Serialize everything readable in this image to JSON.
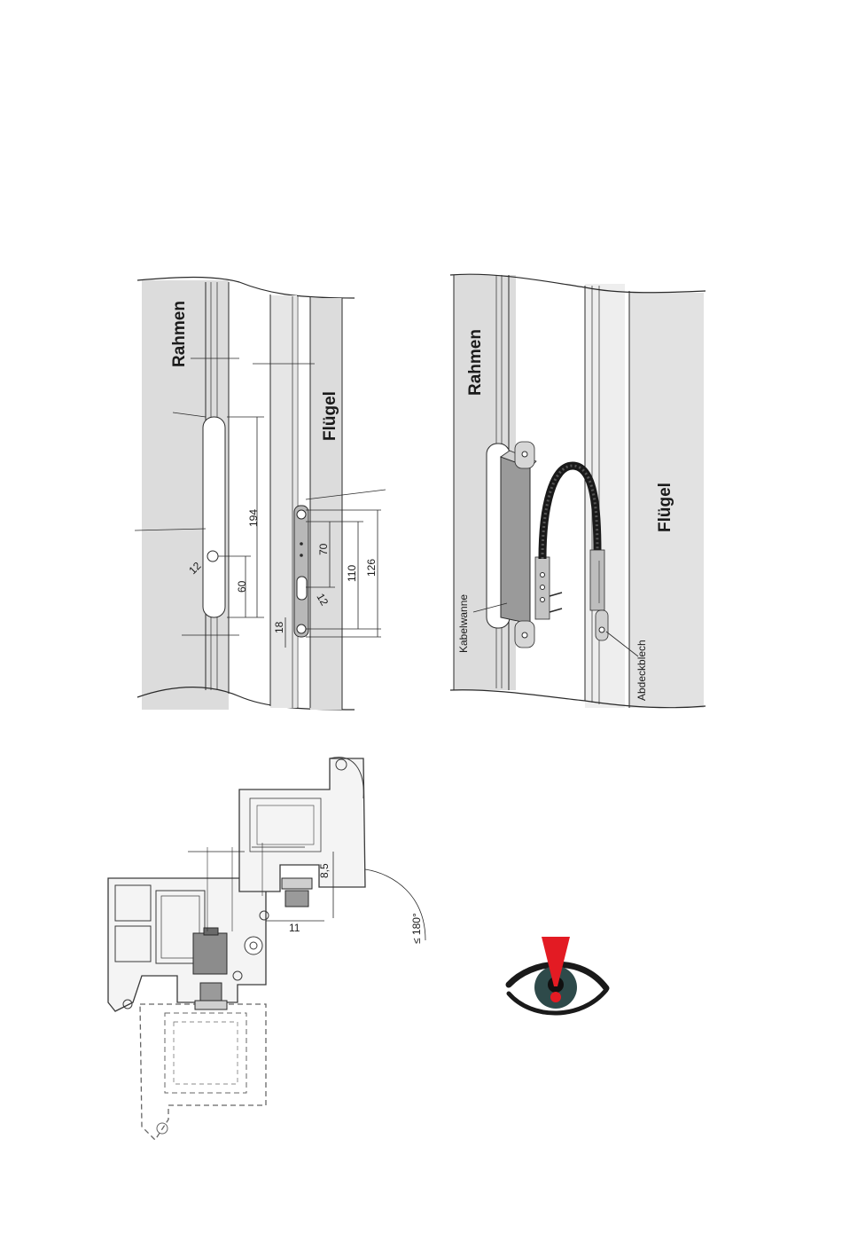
{
  "panel_a": {
    "frame_label": "Rahmen",
    "sash_label": "Flügel",
    "dims": {
      "d194": "194",
      "d60": "60",
      "d12_left": "12",
      "d70": "70",
      "d110": "110",
      "d126": "126",
      "d12_right": "12",
      "d18": "18"
    }
  },
  "panel_b": {
    "frame_label": "Rahmen",
    "sash_label": "Flügel",
    "cable_tray_label": "Kabelwanne",
    "cover_plate_label": "Abdeckblech"
  },
  "panel_c": {
    "dims": {
      "d8_5": "8,5",
      "d11": "11",
      "angle": "≤ 180°"
    }
  },
  "symbol": {
    "name": "eye-warning-icon",
    "colors": {
      "red": "#e31b23",
      "iris": "#2e4a4a",
      "outline": "#1a1a1a"
    }
  }
}
